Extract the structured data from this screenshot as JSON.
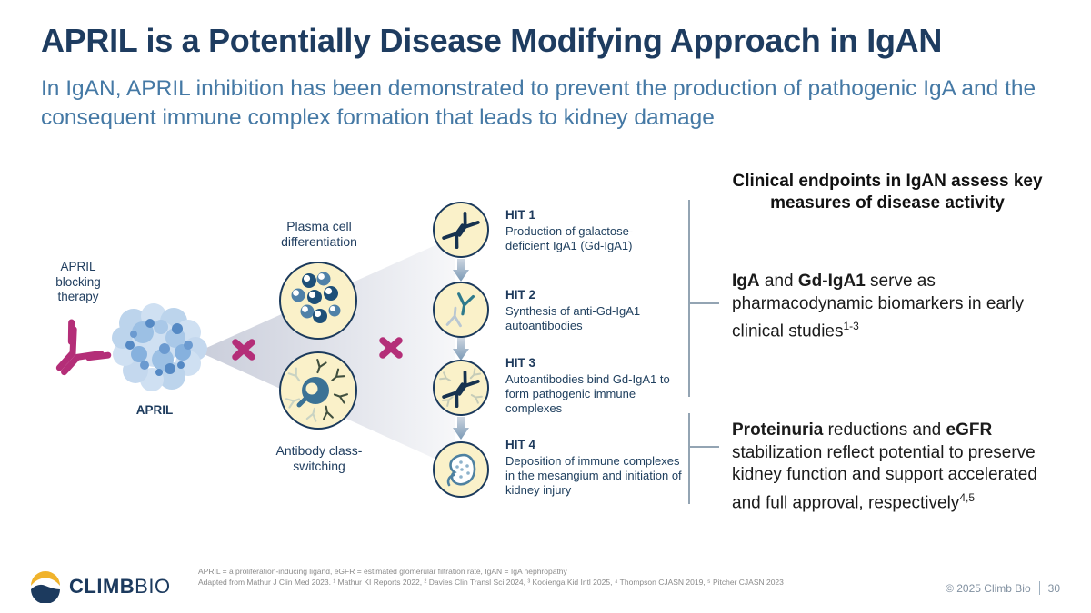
{
  "slide": {
    "title": "APRIL is a Potentially Disease Modifying Approach in IgAN",
    "subtitle": "In IgAN, APRIL inhibition has been demonstrated to prevent the production of pathogenic IgA and the consequent immune complex formation that leads to kidney damage"
  },
  "diagram": {
    "blocking_label": "APRIL blocking therapy",
    "april_label": "APRIL",
    "plasma_label": "Plasma cell differentiation",
    "switch_label": "Antibody class-switching",
    "hits": [
      {
        "title": "HIT 1",
        "desc": "Production of galactose-deficient IgA1 (Gd-IgA1)"
      },
      {
        "title": "HIT 2",
        "desc": "Synthesis of anti-Gd-IgA1 autoantibodies"
      },
      {
        "title": "HIT 3",
        "desc": "Autoantibodies bind Gd-IgA1 to form pathogenic immune complexes"
      },
      {
        "title": "HIT 4",
        "desc": "Deposition of immune complexes in the mesangium and initiation of kidney injury"
      }
    ]
  },
  "right_panel": {
    "header": "Clinical endpoints in IgAN assess key measures of disease activity",
    "point1": {
      "bold1": "IgA",
      "mid": " and ",
      "bold2": "Gd-IgA1",
      "rest": " serve as pharmacodynamic biomarkers in early clinical studies",
      "sup": "1-3"
    },
    "point2": {
      "bold1": "Proteinuria",
      "mid": " reductions and ",
      "bold2": "eGFR",
      "rest": " stabilization reflect potential to preserve kidney function and support accelerated and full approval, respectively",
      "sup": "4,5"
    }
  },
  "footer": {
    "logo_climb": "CLIMB",
    "logo_bio": "BIO",
    "abbreviations": "APRIL = a proliferation-inducing ligand, eGFR = estimated glomerular filtration rate, IgAN = IgA nephropathy",
    "references": "Adapted from Mathur J Clin Med 2023. ¹ Mathur KI Reports 2022, ² Davies Clin Transl Sci 2024, ³ Kooienga Kid Intl 2025, ⁴ Thompson CJASN 2019, ⁵ Pitcher CJASN 2023",
    "copyright": "© 2025 Climb Bio",
    "page_number": "30"
  },
  "icons": {
    "april-blocking-antibody-icon": "magenta antibody",
    "april-protein-icon": "blue protein molecule blob",
    "inhibition-x-icon": "magenta X block mark",
    "plasma-cells-icon": "cluster of plasma cells",
    "class-switching-cell-icon": "B cell with antibodies",
    "antibody-pair-icon": "crossed dark antibodies",
    "autoantibody-icon": "teal and grey antibodies",
    "immune-complex-icon": "antibody immune complex",
    "kidney-icon": "kidney with deposits",
    "down-arrow-icon": "downward gradient arrow",
    "climbbio-logo-icon": "sun over mountain circle emblem"
  },
  "colors": {
    "title_navy": "#1e3c60",
    "subtitle_blue": "#4579a5",
    "accent_magenta": "#b42e78",
    "circle_yellow": "#faf1c9",
    "circle_border_navy": "#1b3a5c",
    "teal": "#2e7a8c",
    "bracket_grey": "#93a4b3",
    "logo_yellow": "#f0b32c",
    "logo_navy": "#1c3a5e"
  }
}
